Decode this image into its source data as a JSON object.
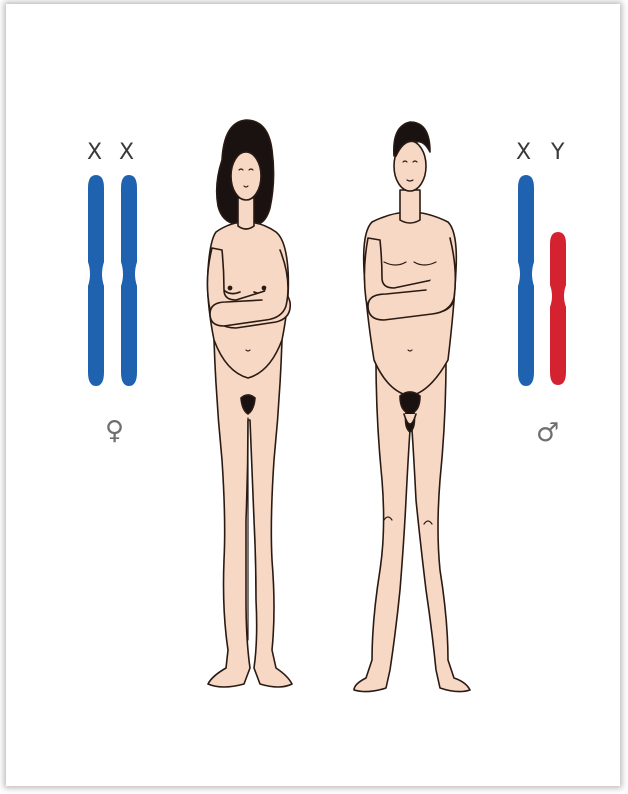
{
  "female": {
    "chromosome_labels": [
      "X",
      "X"
    ],
    "sex_symbol": "♀",
    "chromosome_colors": [
      "#1f63b0",
      "#1f63b0"
    ]
  },
  "male": {
    "chromosome_labels": [
      "X",
      "Y"
    ],
    "sex_symbol": "♂",
    "chromosome_colors": [
      "#1f63b0",
      "#d42230"
    ]
  },
  "colors": {
    "skin": "#f7d8c4",
    "outline": "#2a1a14",
    "hair": "#1a1210",
    "x_chromosome": "#1f63b0",
    "y_chromosome": "#d42230"
  }
}
